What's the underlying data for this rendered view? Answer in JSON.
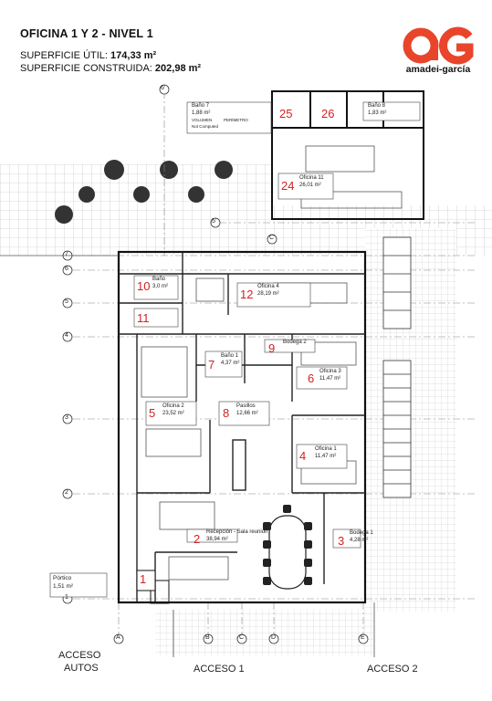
{
  "header": {
    "title": "OFICINA 1 Y 2 - NIVEL 1",
    "superficie_util_label": "SUPERFICIE ÚTIL:",
    "superficie_util_value": "174,33 m²",
    "superficie_construida_label": "SUPERFICIE CONSTRUIDA:",
    "superficie_construida_value": "202,98 m²"
  },
  "logo": {
    "brand": "amadei-garcía",
    "color": "#e8452b"
  },
  "accent_color": "#d62020",
  "rooms": [
    {
      "num": "1",
      "name": "Pórtico",
      "area": "1,51 m²"
    },
    {
      "num": "2",
      "name": "Recepción - Sala reunión",
      "area": "38,94 m²"
    },
    {
      "num": "3",
      "name": "Bodega 1",
      "area": "4,28 m²"
    },
    {
      "num": "4",
      "name": "Oficina 1",
      "area": "11,47 m²"
    },
    {
      "num": "5",
      "name": "Oficina 2",
      "area": "23,52 m²"
    },
    {
      "num": "6",
      "name": "Oficina 3",
      "area": "11,47 m²"
    },
    {
      "num": "7",
      "name": "Baño 1",
      "area": "4,37 m²"
    },
    {
      "num": "8",
      "name": "Pasillos",
      "area": "12,66 m²"
    },
    {
      "num": "9",
      "name": "Bodega 2",
      "area": ""
    },
    {
      "num": "10",
      "name": "Baño",
      "area": "3,0 m²"
    },
    {
      "num": "11",
      "name": "",
      "area": ""
    },
    {
      "num": "12",
      "name": "Oficina 4",
      "area": "28,19 m²"
    },
    {
      "num": "24",
      "name": "Oficina 11",
      "area": "26,01 m²"
    },
    {
      "num": "25",
      "name": "Baño 7",
      "area": "1,88 m²"
    },
    {
      "num": "26",
      "name": "Baño 8",
      "area": "1,83 m²"
    }
  ],
  "tag_fields": {
    "volumen": "VOLUMEN",
    "perimetro": "PERÍMETRO",
    "not_computed": "Not Computed"
  },
  "grid_axes": {
    "rows": [
      "7",
      "6",
      "5'",
      "5",
      "4",
      "3",
      "2",
      "1"
    ],
    "cols": [
      "A",
      "B",
      "C",
      "D",
      "E",
      "6'",
      "C'"
    ]
  },
  "labels": {
    "acceso_autos_1": "ACCESO",
    "acceso_autos_2": "AUTOS",
    "acceso_1": "ACCESO 1",
    "acceso_2": "ACCESO 2"
  }
}
